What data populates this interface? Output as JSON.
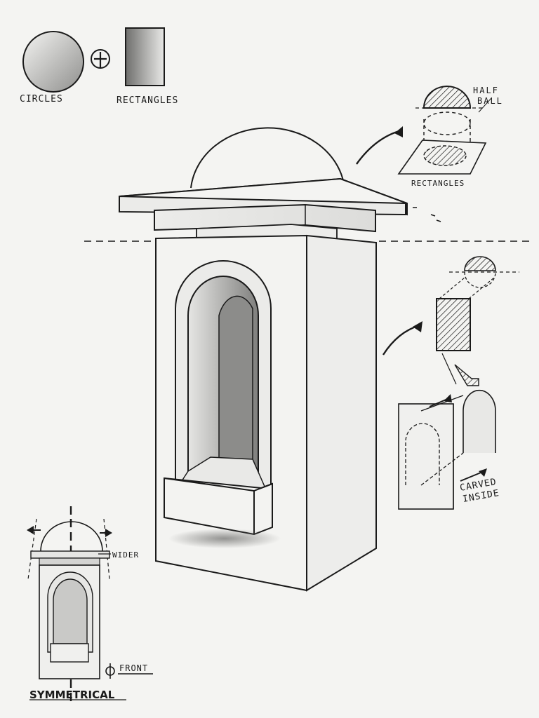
{
  "labels": {
    "circles": "CIRCLES",
    "rectangles_top": "RECTANGLES",
    "half_ball": "HALF\nBALL",
    "half": "HALF",
    "ball": "BALL",
    "rectangles_right": "RECTANGLES",
    "carved": "CARVED",
    "inside": "INSIDE",
    "wider": "WIDER",
    "front": "FRONT",
    "symmetrical": "SYMMETRICAL"
  },
  "colors": {
    "ink": "#1a1a1a",
    "paper": "#f4f4f2",
    "shade": "#9a9a98"
  }
}
